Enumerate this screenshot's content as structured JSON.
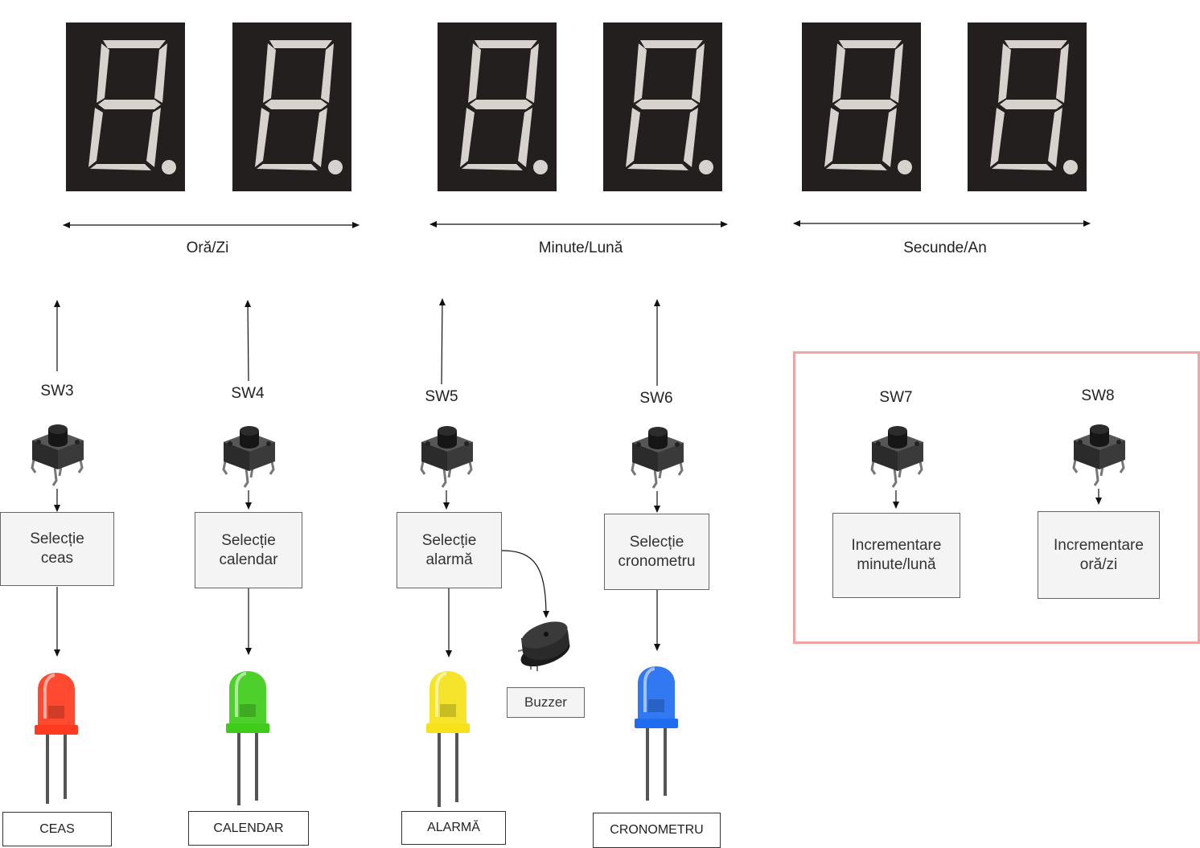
{
  "groups": {
    "hours": "Oră/Zi",
    "minutes": "Minute/Lună",
    "seconds": "Secunde/An"
  },
  "switches": [
    {
      "id": "SW3",
      "function": "Selecție\nceas",
      "mode": "CEAS",
      "led_color": "#ff3b1f"
    },
    {
      "id": "SW4",
      "function": "Selecție\ncalendar",
      "mode": "CALENDAR",
      "led_color": "#3ecb1a"
    },
    {
      "id": "SW5",
      "function": "Selecție\nalarmă",
      "mode": "ALARMĂ",
      "led_color": "#f5e21a"
    },
    {
      "id": "SW6",
      "function": "Selecție\ncronometru",
      "mode": "CRONOMETRU",
      "led_color": "#1f6cf0"
    }
  ],
  "increment": {
    "sw7": "SW7",
    "sw8": "SW8",
    "inc_min": "Incrementare\nminute/lună",
    "inc_hour": "Incrementare\noră/zi"
  },
  "buzzer": "Buzzer",
  "colors": {
    "display_bg": "#231f1f",
    "segment": "#d8d2cf",
    "highlight_border": "#f4a3a3"
  }
}
